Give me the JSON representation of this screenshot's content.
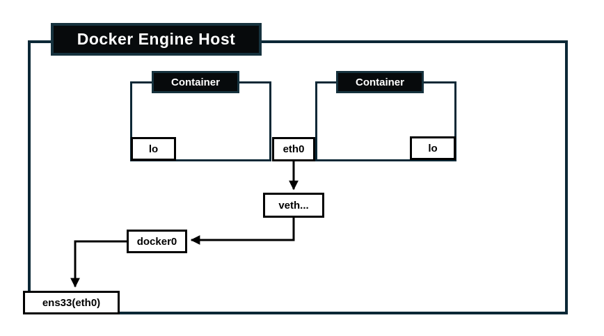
{
  "diagram": {
    "title": "Docker Engine Host",
    "container_left": {
      "label": "Container",
      "lo": "lo"
    },
    "container_right": {
      "label": "Container",
      "lo": "lo"
    },
    "eth0": "eth0",
    "veth": "veth...",
    "docker0": "docker0",
    "ens33": "ens33(eth0)",
    "edges": [
      {
        "from": "eth0",
        "to": "veth...",
        "direction": "down"
      },
      {
        "from": "veth...",
        "to": "docker0",
        "direction": "left"
      },
      {
        "from": "docker0",
        "to": "ens33(eth0)",
        "direction": "down"
      }
    ],
    "colors": {
      "outline": "#0c2836",
      "label_border": "#16323e",
      "label_bg": "#070a0c",
      "label_text": "#ffffff",
      "node_bg": "#ffffff",
      "node_border": "#000000",
      "arrow": "#000000",
      "canvas": "#ffffff"
    }
  }
}
